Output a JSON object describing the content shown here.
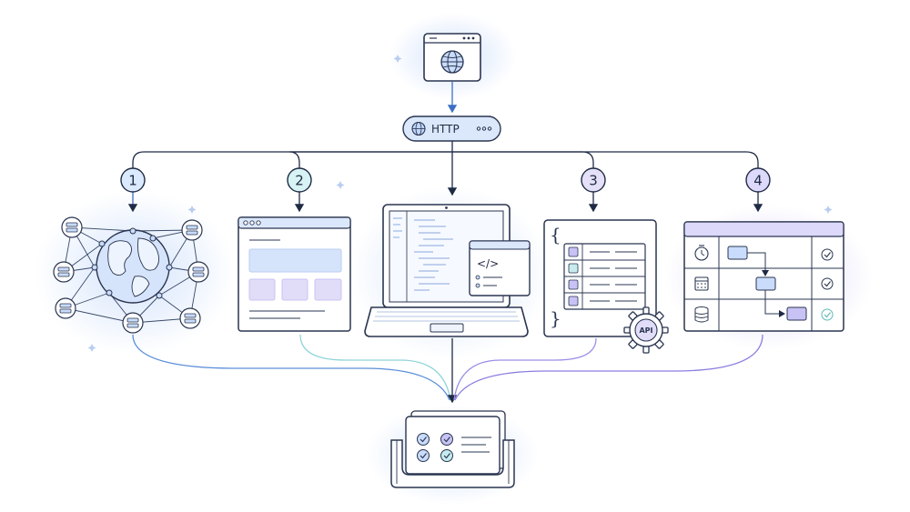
{
  "protocol_label": "HTTP",
  "api_badge": "API",
  "json_open_brace": "{",
  "json_close_brace": "}",
  "code_icon_text": "</>",
  "steps": [
    "1",
    "2",
    "3",
    "4"
  ],
  "colors": {
    "ink": "#2a3550",
    "step1": "#dbeafe",
    "step2": "#d7f3f3",
    "step3": "#e4e0f7",
    "step4": "#dcd9fb",
    "flow_blue": "#5b8fd8",
    "flow_teal": "#8fd3d8",
    "flow_purple": "#9a8fe6",
    "accent_blue": "#c9dcfb",
    "accent_purple": "#c8c3f4"
  }
}
